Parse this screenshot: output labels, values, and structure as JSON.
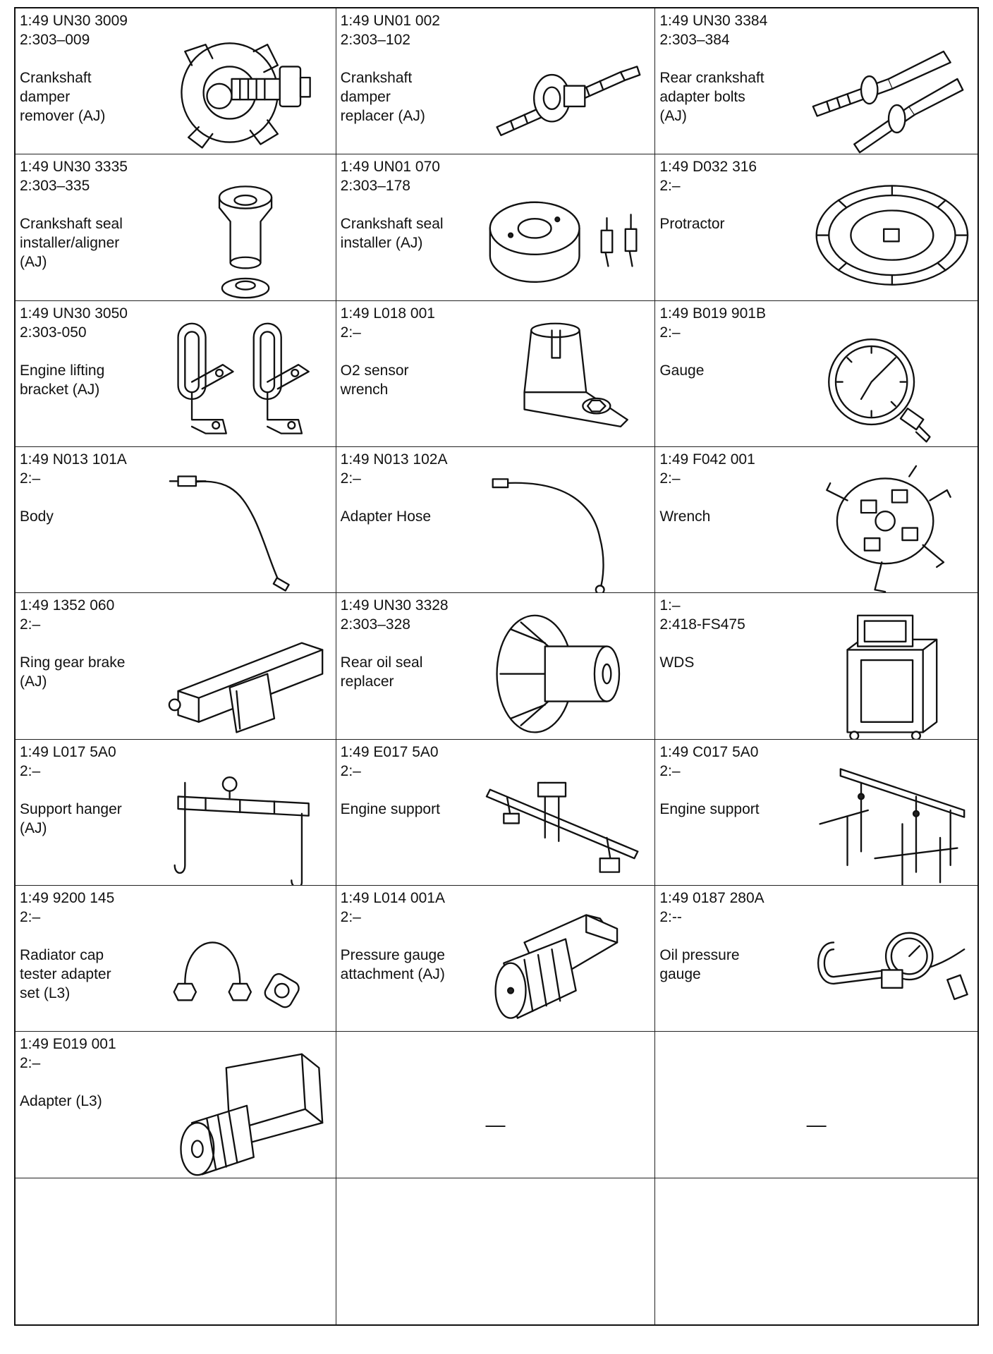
{
  "tools": [
    {
      "code1": "1:49 UN30 3009",
      "code2": "2:303–009",
      "desc": [
        "Crankshaft",
        "damper",
        "remover (AJ)"
      ],
      "icon": "crankshaft-damper-remover-icon"
    },
    {
      "code1": "1:49 UN01 002",
      "code2": "2:303–102",
      "desc": [
        "Crankshaft",
        "damper",
        "replacer (AJ)"
      ],
      "icon": "crankshaft-damper-replacer-icon"
    },
    {
      "code1": "1:49 UN30 3384",
      "code2": "2:303–384",
      "desc": [
        "Rear crankshaft",
        "adapter bolts",
        "(AJ)"
      ],
      "icon": "adapter-bolts-icon"
    },
    {
      "code1": "1:49 UN30 3335",
      "code2": "2:303–335",
      "desc": [
        "Crankshaft seal",
        "installer/aligner",
        "(AJ)"
      ],
      "icon": "seal-installer-aligner-icon"
    },
    {
      "code1": "1:49 UN01 070",
      "code2": "2:303–178",
      "desc": [
        "Crankshaft seal",
        "installer (AJ)"
      ],
      "icon": "seal-installer-plate-icon"
    },
    {
      "code1": "1:49 D032 316",
      "code2": "2:–",
      "desc": [
        "Protractor"
      ],
      "icon": "protractor-icon"
    },
    {
      "code1": "1:49 UN30 3050",
      "code2": "2:303-050",
      "desc": [
        "Engine lifting",
        "bracket (AJ)"
      ],
      "icon": "lifting-bracket-icon"
    },
    {
      "code1": "1:49 L018 001",
      "code2": "2:–",
      "desc": [
        "O2 sensor",
        "wrench"
      ],
      "icon": "o2-sensor-wrench-icon"
    },
    {
      "code1": "1:49 B019 901B",
      "code2": "2:–",
      "desc": [
        "Gauge"
      ],
      "icon": "gauge-icon"
    },
    {
      "code1": "1:49 N013 101A",
      "code2": "2:–",
      "desc": [
        "Body"
      ],
      "icon": "body-hose-icon"
    },
    {
      "code1": "1:49 N013 102A",
      "code2": "2:–",
      "desc": [
        "Adapter Hose"
      ],
      "icon": "adapter-hose-icon"
    },
    {
      "code1": "1:49 F042 001",
      "code2": "2:–",
      "desc": [
        "Wrench"
      ],
      "icon": "filter-wrench-icon"
    },
    {
      "code1": "1:49 1352 060",
      "code2": "2:–",
      "desc": [
        "Ring gear brake",
        "(AJ)"
      ],
      "icon": "ring-gear-brake-icon"
    },
    {
      "code1": "1:49 UN30 3328",
      "code2": "2:303–328",
      "desc": [
        "Rear oil seal",
        "replacer"
      ],
      "icon": "oil-seal-replacer-icon"
    },
    {
      "code1": "1:–",
      "code2": "2:418-FS475",
      "desc": [
        "WDS"
      ],
      "icon": "wds-cart-icon"
    },
    {
      "code1": "1:49 L017 5A0",
      "code2": "2:–",
      "desc": [
        "Support hanger",
        "(AJ)"
      ],
      "icon": "support-hanger-icon"
    },
    {
      "code1": "1:49 E017 5A0",
      "code2": "2:–",
      "desc": [
        "Engine support"
      ],
      "icon": "engine-support-bar-icon"
    },
    {
      "code1": "1:49 C017 5A0",
      "code2": "2:–",
      "desc": [
        "Engine support"
      ],
      "icon": "engine-support-frame-icon"
    },
    {
      "code1": "1:49 9200 145",
      "code2": "2:–",
      "desc": [
        "Radiator cap",
        "tester adapter",
        "set (L3)"
      ],
      "icon": "radiator-cap-adapter-icon"
    },
    {
      "code1": "1:49 L014 001A",
      "code2": "2:–",
      "desc": [
        "Pressure gauge",
        "attachment (AJ)"
      ],
      "icon": "pressure-gauge-attachment-icon"
    },
    {
      "code1": "1:49 0187 280A",
      "code2": "2:--",
      "desc": [
        "Oil pressure",
        "gauge"
      ],
      "icon": "oil-pressure-gauge-icon"
    },
    {
      "code1": "1:49 E019 001",
      "code2": "2:–",
      "desc": [
        "Adapter (L3)"
      ],
      "icon": "adapter-fitting-icon"
    }
  ],
  "empty_cells": [
    "—",
    "—"
  ]
}
